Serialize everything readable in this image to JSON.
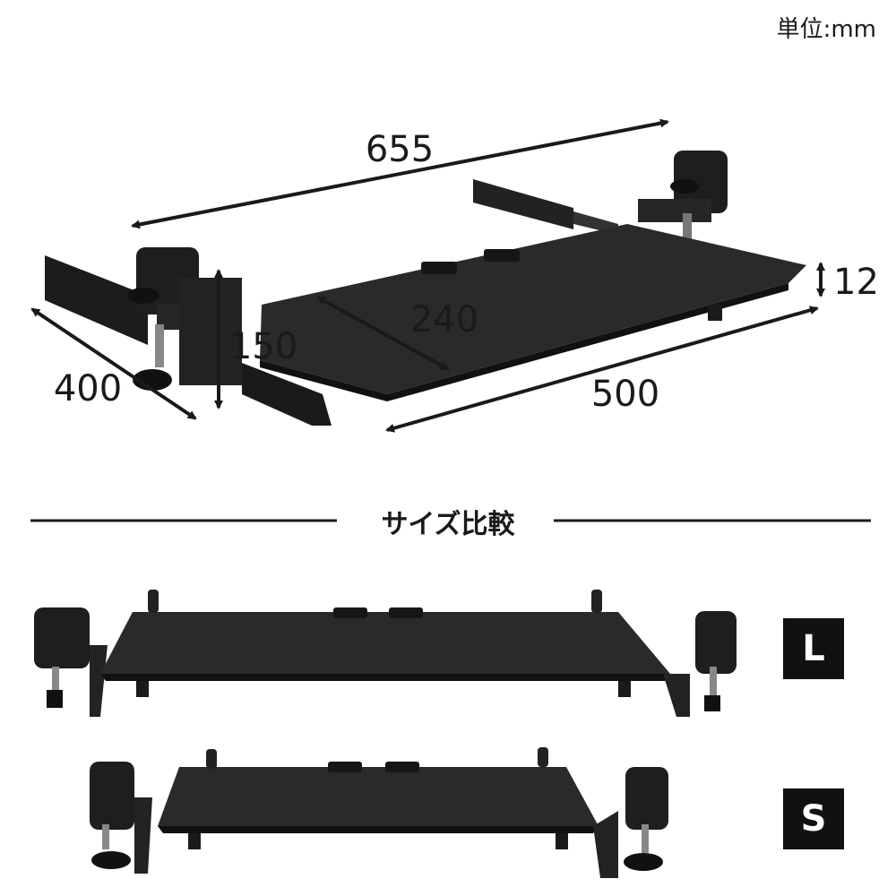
{
  "unit_label": "単位:mm",
  "dimensions": {
    "width_overall": "655",
    "depth": "400",
    "board_height": "150",
    "board_depth": "240",
    "board_width": "500",
    "board_thickness": "12"
  },
  "comparison": {
    "title": "サイズ比較",
    "large_label": "L",
    "small_label": "S"
  },
  "colors": {
    "product": "#2a2a2a",
    "line": "#1a1a1a"
  }
}
